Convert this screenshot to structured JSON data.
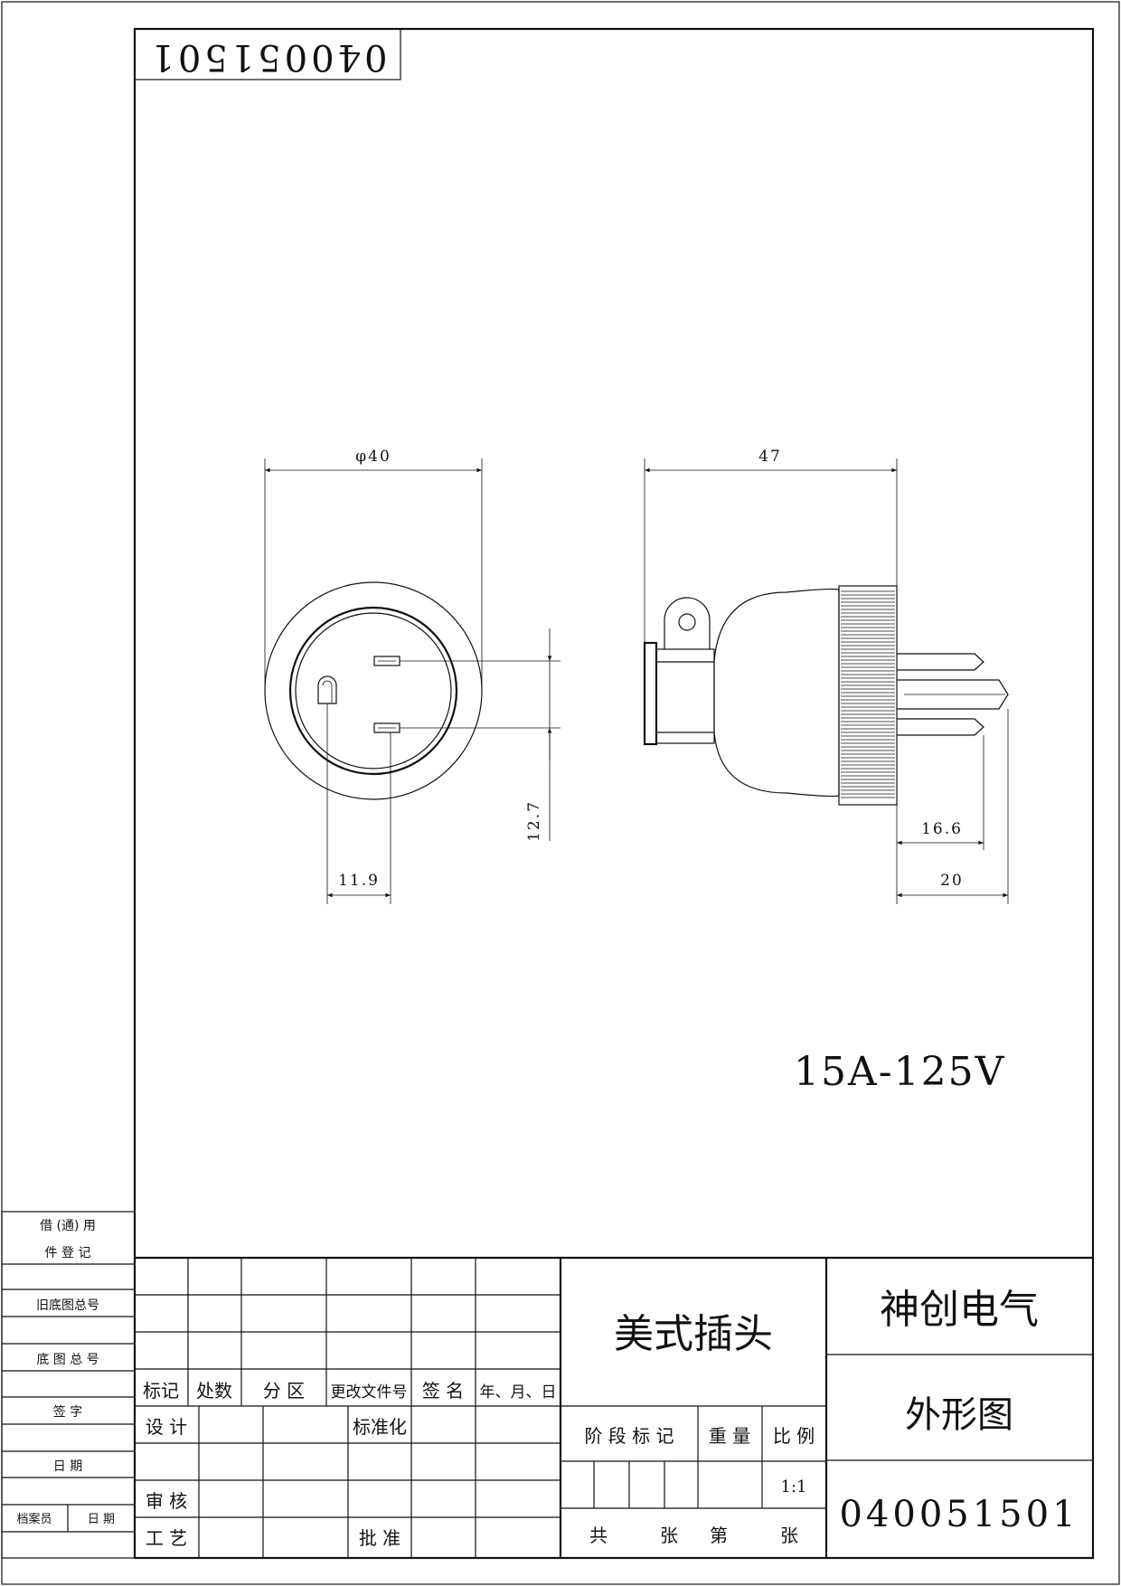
{
  "drawing_number_rotated": "040051501",
  "rating_label": "15A-125V",
  "dimensions": {
    "front_diameter": "φ40",
    "pin_offset": "11.9",
    "pin_spacing": "12.7",
    "side_length": "47",
    "pin_length_short": "16.6",
    "pin_length_long": "20"
  },
  "left_column": {
    "borrow_register_1": "借 (通) 用",
    "borrow_register_2": "件 登 记",
    "old_base_no": "旧底图总号",
    "base_no": "底 图 总 号",
    "signature": "签   字",
    "date": "日   期",
    "archivist": "档案员",
    "archive_date": "日  期"
  },
  "revision_table": {
    "headers": [
      "标记",
      "处数",
      "分 区",
      "更改文件号",
      "签 名",
      "年、月、日"
    ],
    "design": "设 计",
    "standardize": "标准化",
    "review": "审 核",
    "process": "工 艺",
    "approve": "批 准"
  },
  "title_block": {
    "product_name": "美式插头",
    "company": "神创电气",
    "drawing_type": "外形图",
    "drawing_number": "040051501",
    "stage_mark": "阶 段 标 记",
    "weight": "重 量",
    "scale_label": "比 例",
    "scale_value": "1:1",
    "sheets_total": "共",
    "sheet_unit_1": "张",
    "sheet_no": "第",
    "sheet_unit_2": "张"
  }
}
